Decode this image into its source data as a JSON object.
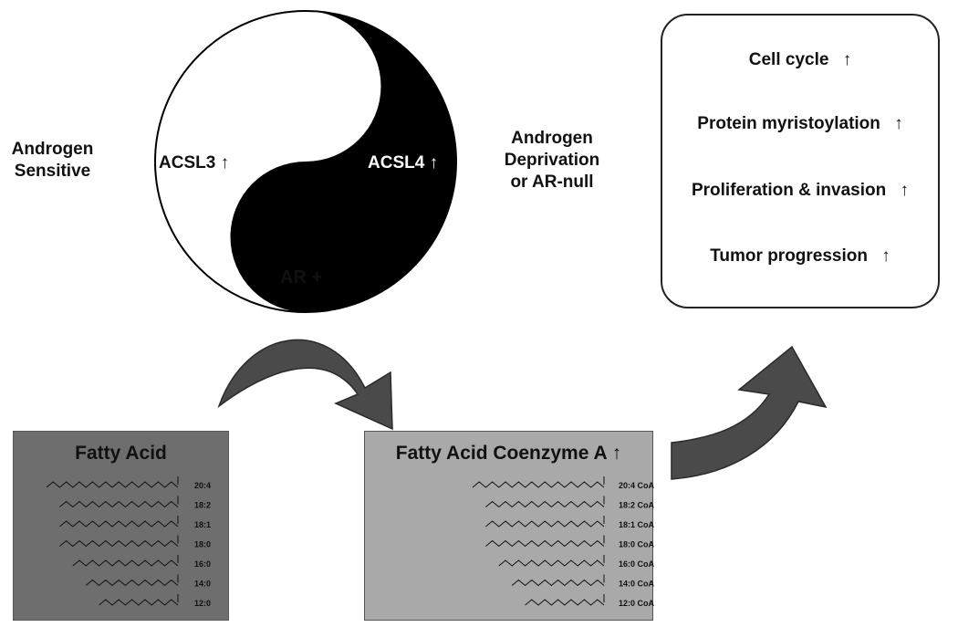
{
  "left_context": {
    "line1": "Androgen",
    "line2": "Sensitive"
  },
  "right_context": {
    "line1": "Androgen",
    "line2": "Deprivation",
    "line3": "or AR-null"
  },
  "yin_yang": {
    "ar_null": "AR-null",
    "ar_pos": "AR +",
    "acsl3": "ACSL3 ↑",
    "acsl4": "ACSL4 ↑"
  },
  "outcomes": [
    {
      "label": "Cell cycle",
      "arrow": "↑"
    },
    {
      "label": "Protein myristoylation",
      "arrow": "↑"
    },
    {
      "label": "Proliferation & invasion",
      "arrow": "↑"
    },
    {
      "label": "Tumor progression",
      "arrow": "↑"
    }
  ],
  "fatty_acid": {
    "title": "Fatty Acid",
    "chains": [
      "20:4",
      "18:2",
      "18:1",
      "18:0",
      "16:0",
      "14:0",
      "12:0"
    ]
  },
  "fatty_acid_coa": {
    "title": "Fatty Acid Coenzyme A ↑",
    "chains": [
      "20:4 CoA",
      "18:2 CoA",
      "18:1 CoA",
      "18:0 CoA",
      "16:0 CoA",
      "14:0 CoA",
      "12:0 CoA"
    ]
  },
  "colors": {
    "fa_panel": "#6e6e6e",
    "coa_panel": "#a9a9a9",
    "arrow": "#4a4a4a",
    "yin": "#000000",
    "yang": "#ffffff"
  }
}
